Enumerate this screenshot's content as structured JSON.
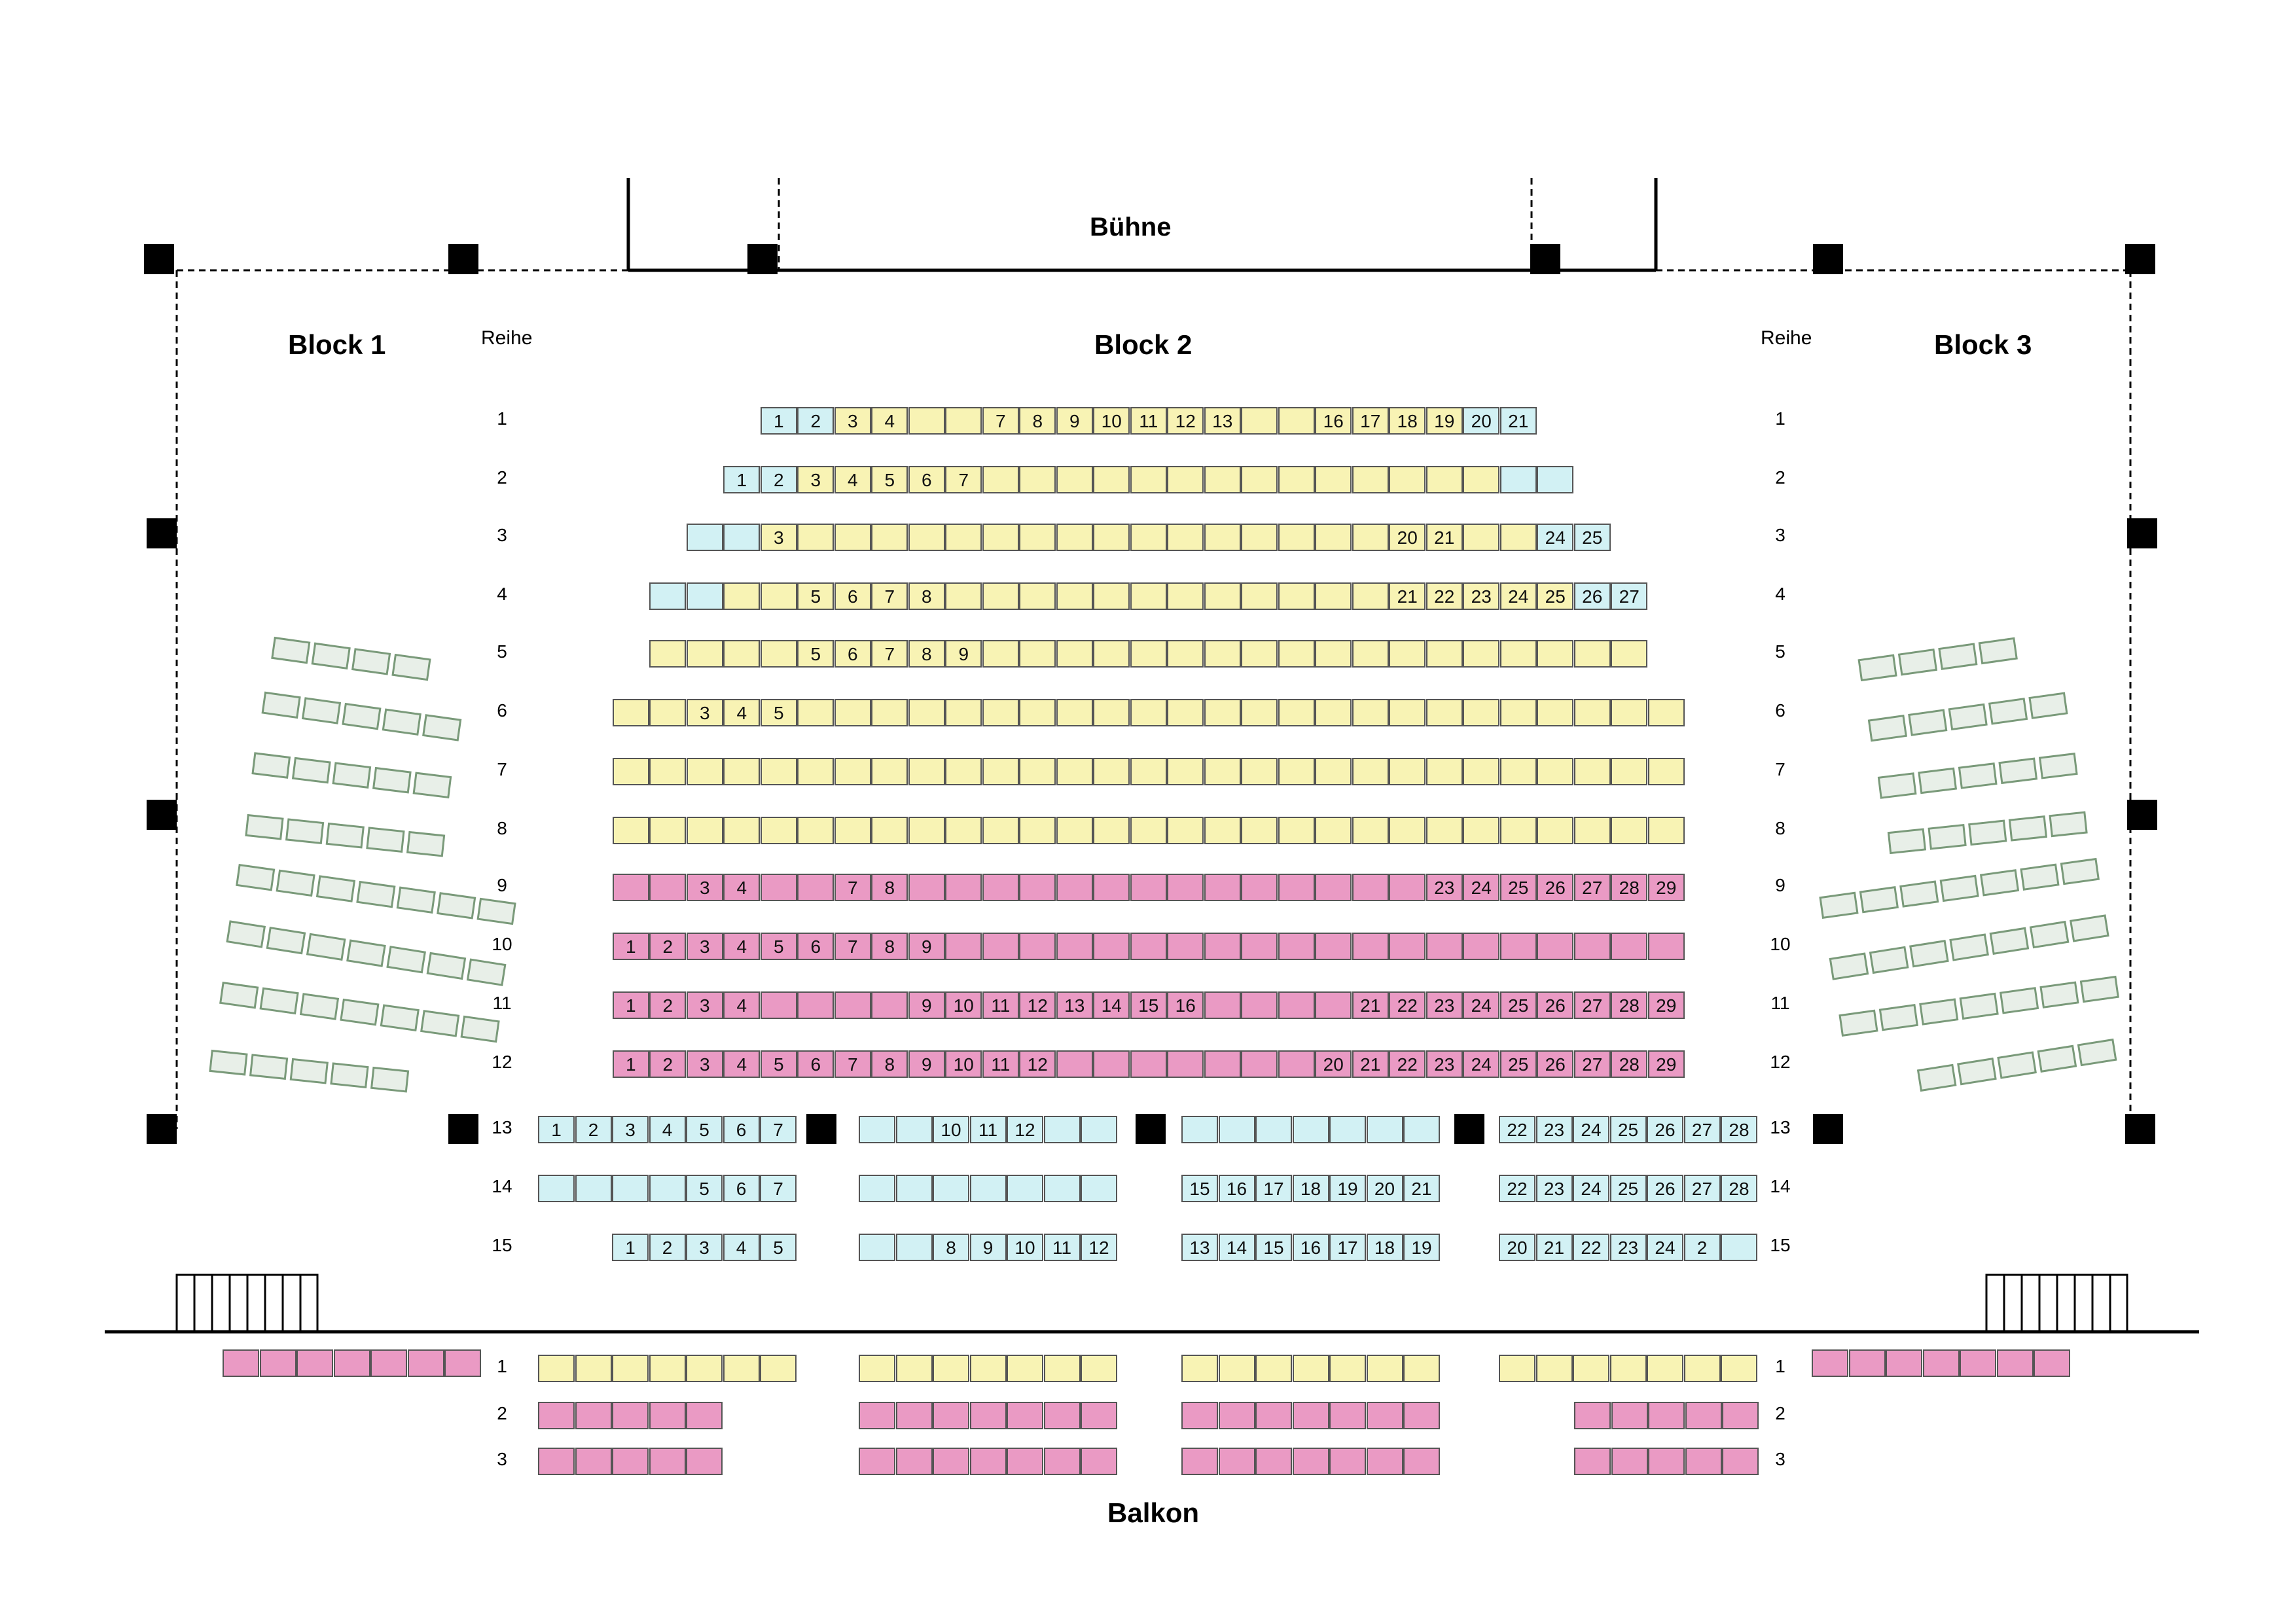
{
  "labels": {
    "stage": "Bühne",
    "block1": "Block 1",
    "block2": "Block  2",
    "block3": "Block 3",
    "row_header_left": "Reihe",
    "row_header_right": "Reihe",
    "balcony": "Balkon"
  },
  "colors": {
    "cyan": "#d2f1f4",
    "yellow": "#f8f3b4",
    "pink": "#ea9ac4",
    "green": "#e8efe8",
    "border": "#555555"
  },
  "row_numbers": [
    "1",
    "2",
    "3",
    "4",
    "5",
    "6",
    "7",
    "8",
    "9",
    "10",
    "11",
    "12",
    "13",
    "14",
    "15"
  ],
  "balcony_row_numbers": [
    "1",
    "2",
    "3"
  ],
  "rows": [
    {
      "row": "1",
      "segments": [
        {
          "start": 1,
          "count": 2,
          "color": "cyan",
          "labels": [
            "1",
            "2"
          ]
        },
        {
          "start": 3,
          "count": 2,
          "color": "yellow",
          "labels": [
            "3",
            "4"
          ]
        },
        {
          "start": 5,
          "count": 2,
          "color": "yellow",
          "labels": [
            "",
            ""
          ]
        },
        {
          "start": 7,
          "count": 7,
          "color": "yellow",
          "labels": [
            "7",
            "8",
            "9",
            "10",
            "11",
            "12",
            "13"
          ]
        },
        {
          "start": 14,
          "count": 2,
          "color": "yellow",
          "labels": [
            "",
            ""
          ]
        },
        {
          "start": 16,
          "count": 4,
          "color": "yellow",
          "labels": [
            "16",
            "17",
            "18",
            "19"
          ]
        },
        {
          "start": 20,
          "count": 2,
          "color": "cyan",
          "labels": [
            "20",
            "21"
          ]
        }
      ]
    },
    {
      "row": "2",
      "segments": [
        {
          "start": 1,
          "count": 2,
          "color": "cyan",
          "labels": [
            "1",
            "2"
          ]
        },
        {
          "start": 3,
          "count": 5,
          "color": "yellow",
          "labels": [
            "3",
            "4",
            "5",
            "6",
            "7"
          ]
        },
        {
          "start": 8,
          "count": 14,
          "color": "yellow",
          "labels": [
            "",
            "",
            "",
            "",
            "",
            "",
            "",
            "",
            "",
            "",
            "",
            "",
            "",
            ""
          ]
        },
        {
          "start": 22,
          "count": 2,
          "color": "cyan",
          "labels": [
            "",
            ""
          ]
        }
      ]
    },
    {
      "row": "3",
      "segments": [
        {
          "start": 1,
          "count": 2,
          "color": "cyan",
          "labels": [
            "",
            ""
          ]
        },
        {
          "start": 3,
          "count": 17,
          "color": "yellow",
          "labels": [
            "3",
            "",
            "",
            "",
            "",
            "",
            "",
            "",
            "",
            "",
            "",
            "",
            "",
            "",
            "",
            "",
            ""
          ]
        },
        {
          "start": 20,
          "count": 2,
          "color": "yellow",
          "labels": [
            "20",
            "21"
          ]
        },
        {
          "start": 22,
          "count": 2,
          "color": "yellow",
          "labels": [
            "",
            ""
          ]
        },
        {
          "start": 24,
          "count": 2,
          "color": "cyan",
          "labels": [
            "24",
            "25"
          ]
        }
      ]
    },
    {
      "row": "4",
      "segments": [
        {
          "start": 1,
          "count": 2,
          "color": "cyan",
          "labels": [
            "",
            ""
          ]
        },
        {
          "start": 3,
          "count": 2,
          "color": "yellow",
          "labels": [
            "",
            ""
          ]
        },
        {
          "start": 5,
          "count": 4,
          "color": "yellow",
          "labels": [
            "5",
            "6",
            "7",
            "8"
          ]
        },
        {
          "start": 9,
          "count": 12,
          "color": "yellow",
          "labels": [
            "",
            "",
            "",
            "",
            "",
            "",
            "",
            "",
            "",
            "",
            "",
            ""
          ]
        },
        {
          "start": 21,
          "count": 5,
          "color": "yellow",
          "labels": [
            "21",
            "22",
            "23",
            "24",
            "25"
          ]
        },
        {
          "start": 26,
          "count": 2,
          "color": "cyan",
          "labels": [
            "26",
            "27"
          ]
        }
      ]
    },
    {
      "row": "5",
      "segments": [
        {
          "start": 1,
          "count": 4,
          "color": "yellow",
          "labels": [
            "",
            "",
            "",
            ""
          ]
        },
        {
          "start": 5,
          "count": 5,
          "color": "yellow",
          "labels": [
            "5",
            "6",
            "7",
            "8",
            "9"
          ]
        },
        {
          "start": 10,
          "count": 18,
          "color": "yellow",
          "labels": [
            "",
            "",
            "",
            "",
            "",
            "",
            "",
            "",
            "",
            "",
            "",
            "",
            "",
            "",
            "",
            "",
            "",
            ""
          ]
        }
      ]
    },
    {
      "row": "6",
      "segments": [
        {
          "start": 1,
          "count": 2,
          "color": "yellow",
          "labels": [
            "",
            ""
          ]
        },
        {
          "start": 3,
          "count": 3,
          "color": "yellow",
          "labels": [
            "3",
            "4",
            "5"
          ]
        },
        {
          "start": 6,
          "count": 24,
          "color": "yellow",
          "labels": [
            "",
            "",
            "",
            "",
            "",
            "",
            "",
            "",
            "",
            "",
            "",
            "",
            "",
            "",
            "",
            "",
            "",
            "",
            "",
            "",
            "",
            "",
            "",
            ""
          ]
        }
      ]
    },
    {
      "row": "7",
      "segments": [
        {
          "start": 1,
          "count": 29,
          "color": "yellow",
          "labels": [
            "",
            "",
            "",
            "",
            "",
            "",
            "",
            "",
            "",
            "",
            "",
            "",
            "",
            "",
            "",
            "",
            "",
            "",
            "",
            "",
            "",
            "",
            "",
            "",
            "",
            "",
            "",
            "",
            ""
          ]
        }
      ]
    },
    {
      "row": "8",
      "segments": [
        {
          "start": 1,
          "count": 29,
          "color": "yellow",
          "labels": [
            "",
            "",
            "",
            "",
            "",
            "",
            "",
            "",
            "",
            "",
            "",
            "",
            "",
            "",
            "",
            "",
            "",
            "",
            "",
            "",
            "",
            "",
            "",
            "",
            "",
            "",
            "",
            "",
            ""
          ]
        }
      ]
    },
    {
      "row": "9",
      "segments": [
        {
          "start": 1,
          "count": 2,
          "color": "pink",
          "labels": [
            "",
            ""
          ]
        },
        {
          "start": 3,
          "count": 2,
          "color": "pink",
          "labels": [
            "3",
            "4"
          ]
        },
        {
          "start": 5,
          "count": 2,
          "color": "pink",
          "labels": [
            "",
            ""
          ]
        },
        {
          "start": 7,
          "count": 2,
          "color": "pink",
          "labels": [
            "7",
            "8"
          ]
        },
        {
          "start": 9,
          "count": 14,
          "color": "pink",
          "labels": [
            "",
            "",
            "",
            "",
            "",
            "",
            "",
            "",
            "",
            "",
            "",
            "",
            "",
            ""
          ]
        },
        {
          "start": 23,
          "count": 7,
          "color": "pink",
          "labels": [
            "23",
            "24",
            "25",
            "26",
            "27",
            "28",
            "29"
          ]
        }
      ]
    },
    {
      "row": "10",
      "segments": [
        {
          "start": 1,
          "count": 9,
          "color": "pink",
          "labels": [
            "1",
            "2",
            "3",
            "4",
            "5",
            "6",
            "7",
            "8",
            "9"
          ]
        },
        {
          "start": 10,
          "count": 20,
          "color": "pink",
          "labels": [
            "",
            "",
            "",
            "",
            "",
            "",
            "",
            "",
            "",
            "",
            "",
            "",
            "",
            "",
            "",
            "",
            "",
            "",
            "",
            ""
          ]
        }
      ]
    },
    {
      "row": "11",
      "segments": [
        {
          "start": 1,
          "count": 4,
          "color": "pink",
          "labels": [
            "1",
            "2",
            "3",
            "4"
          ]
        },
        {
          "start": 5,
          "count": 4,
          "color": "pink",
          "labels": [
            "",
            "",
            "",
            ""
          ]
        },
        {
          "start": 9,
          "count": 8,
          "color": "pink",
          "labels": [
            "9",
            "10",
            "11",
            "12",
            "13",
            "14",
            "15",
            "16"
          ]
        },
        {
          "start": 17,
          "count": 4,
          "color": "pink",
          "labels": [
            "",
            "",
            "",
            ""
          ]
        },
        {
          "start": 21,
          "count": 9,
          "color": "pink",
          "labels": [
            "21",
            "22",
            "23",
            "24",
            "25",
            "26",
            "27",
            "28",
            "29"
          ]
        }
      ]
    },
    {
      "row": "12",
      "segments": [
        {
          "start": 1,
          "count": 12,
          "color": "pink",
          "labels": [
            "1",
            "2",
            "3",
            "4",
            "5",
            "6",
            "7",
            "8",
            "9",
            "10",
            "11",
            "12"
          ]
        },
        {
          "start": 13,
          "count": 7,
          "color": "pink",
          "labels": [
            "",
            "",
            "",
            "",
            "",
            "",
            ""
          ]
        },
        {
          "start": 20,
          "count": 10,
          "color": "pink",
          "labels": [
            "20",
            "21",
            "22",
            "23",
            "24",
            "25",
            "26",
            "27",
            "28",
            "29"
          ]
        }
      ]
    }
  ],
  "lower_rows": [
    {
      "row": "13",
      "groups": [
        {
          "color": "cyan",
          "labels": [
            "1",
            "2",
            "3",
            "4",
            "5",
            "6",
            "7"
          ]
        },
        {
          "color": "cyan",
          "labels": [
            "",
            "",
            "10",
            "11",
            "12",
            "",
            ""
          ]
        },
        {
          "color": "cyan",
          "labels": [
            "",
            "",
            "",
            "",
            "",
            "",
            ""
          ]
        },
        {
          "color": "cyan",
          "labels": [
            "22",
            "23",
            "24",
            "25",
            "26",
            "27",
            "28"
          ]
        }
      ]
    },
    {
      "row": "14",
      "groups": [
        {
          "color": "cyan",
          "labels": [
            "",
            "",
            "",
            "",
            "5",
            "6",
            "7"
          ]
        },
        {
          "color": "cyan",
          "labels": [
            "",
            "",
            "",
            "",
            "",
            "",
            ""
          ]
        },
        {
          "color": "cyan",
          "labels": [
            "15",
            "16",
            "17",
            "18",
            "19",
            "20",
            "21"
          ]
        },
        {
          "color": "cyan",
          "labels": [
            "22",
            "23",
            "24",
            "25",
            "26",
            "27",
            "28"
          ]
        }
      ]
    },
    {
      "row": "15",
      "groups": [
        {
          "color": "cyan",
          "labels": [
            "",
            "",
            "1",
            "2",
            "3",
            "4",
            "5"
          ]
        },
        {
          "color": "cyan",
          "labels": [
            "",
            "",
            "8",
            "9",
            "10",
            "11",
            "12"
          ]
        },
        {
          "color": "cyan",
          "labels": [
            "13",
            "14",
            "15",
            "16",
            "17",
            "18",
            "19"
          ]
        },
        {
          "color": "cyan",
          "labels": [
            "20",
            "21",
            "22",
            "23",
            "24",
            "2",
            ""
          ]
        }
      ]
    }
  ],
  "balcony_rows": [
    {
      "row": "1",
      "groups": [
        {
          "color": "yellow",
          "labels": [
            "",
            "",
            "",
            "",
            "",
            "",
            ""
          ]
        },
        {
          "color": "yellow",
          "labels": [
            "",
            "",
            "",
            "",
            "",
            "",
            ""
          ]
        },
        {
          "color": "yellow",
          "labels": [
            "",
            "",
            "",
            "",
            "",
            "",
            ""
          ]
        },
        {
          "color": "yellow",
          "labels": [
            "",
            "",
            "",
            "",
            "",
            "",
            ""
          ]
        }
      ]
    },
    {
      "row": "2",
      "groups": [
        {
          "color": "pink",
          "labels": [
            "",
            "",
            "",
            "",
            ""
          ]
        },
        {
          "color": "pink",
          "labels": [
            "",
            "",
            "",
            "",
            "",
            "",
            ""
          ]
        },
        {
          "color": "pink",
          "labels": [
            "",
            "",
            "",
            "",
            "",
            "",
            ""
          ]
        },
        {
          "color": "pink",
          "labels": [
            "",
            "",
            "",
            "",
            ""
          ]
        }
      ]
    },
    {
      "row": "3",
      "groups": [
        {
          "color": "pink",
          "labels": [
            "",
            "",
            "",
            "",
            ""
          ]
        },
        {
          "color": "pink",
          "labels": [
            "",
            "",
            "",
            "",
            "",
            "",
            ""
          ]
        },
        {
          "color": "pink",
          "labels": [
            "",
            "",
            "",
            "",
            "",
            "",
            ""
          ]
        },
        {
          "color": "pink",
          "labels": [
            "",
            "",
            "",
            "",
            ""
          ]
        }
      ]
    }
  ],
  "side_balcony": {
    "left_color": "pink",
    "right_color": "pink"
  }
}
